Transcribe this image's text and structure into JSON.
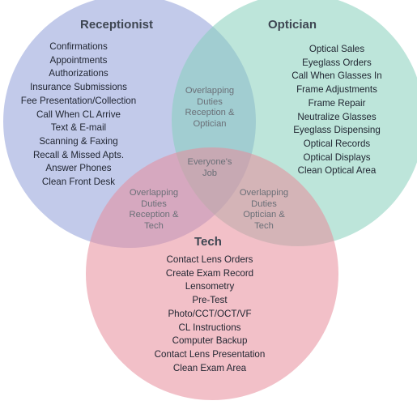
{
  "circles": {
    "receptionist_color": "#8f9fd8",
    "optician_color": "#87cfbb",
    "tech_color": "#e88d9a"
  },
  "receptionist": {
    "title": "Receptionist",
    "items": [
      "Confirmations",
      "Appointments",
      "Authorizations",
      "Insurance Submissions",
      "Fee Presentation/Collection",
      "Call When CL Arrive",
      "Text & E-mail",
      "Scanning & Faxing",
      "Recall & Missed Apts.",
      "Answer Phones",
      "Clean Front Desk"
    ]
  },
  "optician": {
    "title": "Optician",
    "items": [
      "Optical Sales",
      "Eyeglass Orders",
      "Call When Glasses In",
      "Frame Adjustments",
      "Frame Repair",
      "Neutralize Glasses",
      "Eyeglass Dispensing",
      "Optical Records",
      "Optical Displays",
      "Clean Optical Area"
    ]
  },
  "tech": {
    "title": "Tech",
    "items": [
      "Contact Lens Orders",
      "Create Exam Record",
      "Lensometry",
      "Pre-Test",
      "Photo/CCT/OCT/VF",
      "CL Instructions",
      "Computer Backup",
      "Contact Lens Presentation",
      "Clean Exam Area"
    ]
  },
  "overlaps": {
    "reception_optician": [
      "Overlapping",
      "Duties",
      "Reception &",
      "Optician"
    ],
    "reception_tech": [
      "Overlapping",
      "Duties",
      "Reception &",
      "Tech"
    ],
    "optician_tech": [
      "Overlapping",
      "Duties",
      "Optician &",
      "Tech"
    ],
    "everyone": [
      "Everyone's",
      "Job"
    ]
  }
}
